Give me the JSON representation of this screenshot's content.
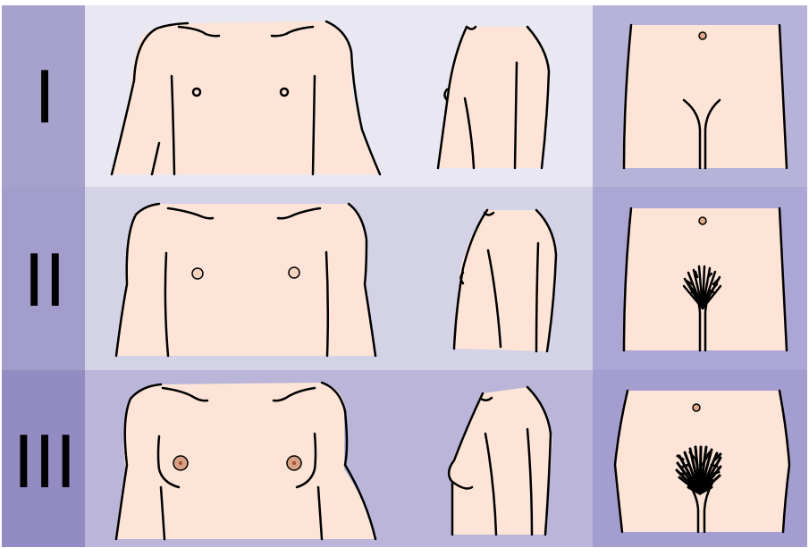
{
  "stages": [
    {
      "label": "I",
      "colors": {
        "label_bg": "#a7a2cc",
        "chest_bg": "#e8e7f2",
        "pelvis_bg": "#b7b3d8"
      },
      "areola": "tiny",
      "pubic_hair": "none"
    },
    {
      "label": "II",
      "colors": {
        "label_bg": "#a29dcb",
        "chest_bg": "#d4d2e7",
        "pelvis_bg": "#aba6d3"
      },
      "areola": "small",
      "pubic_hair": "sparse"
    },
    {
      "label": "III",
      "colors": {
        "label_bg": "#938cc3",
        "chest_bg": "#bab5d9",
        "pelvis_bg": "#a49ed0"
      },
      "areola": "pigmented",
      "pubic_hair": "dense"
    }
  ],
  "colors": {
    "skin": "#fde4d6",
    "outline": "#000000",
    "navel": "#dca888",
    "areola_light": "#f5d3bf",
    "areola_pigmented": "#d8a084",
    "nipple": "#a05838"
  }
}
